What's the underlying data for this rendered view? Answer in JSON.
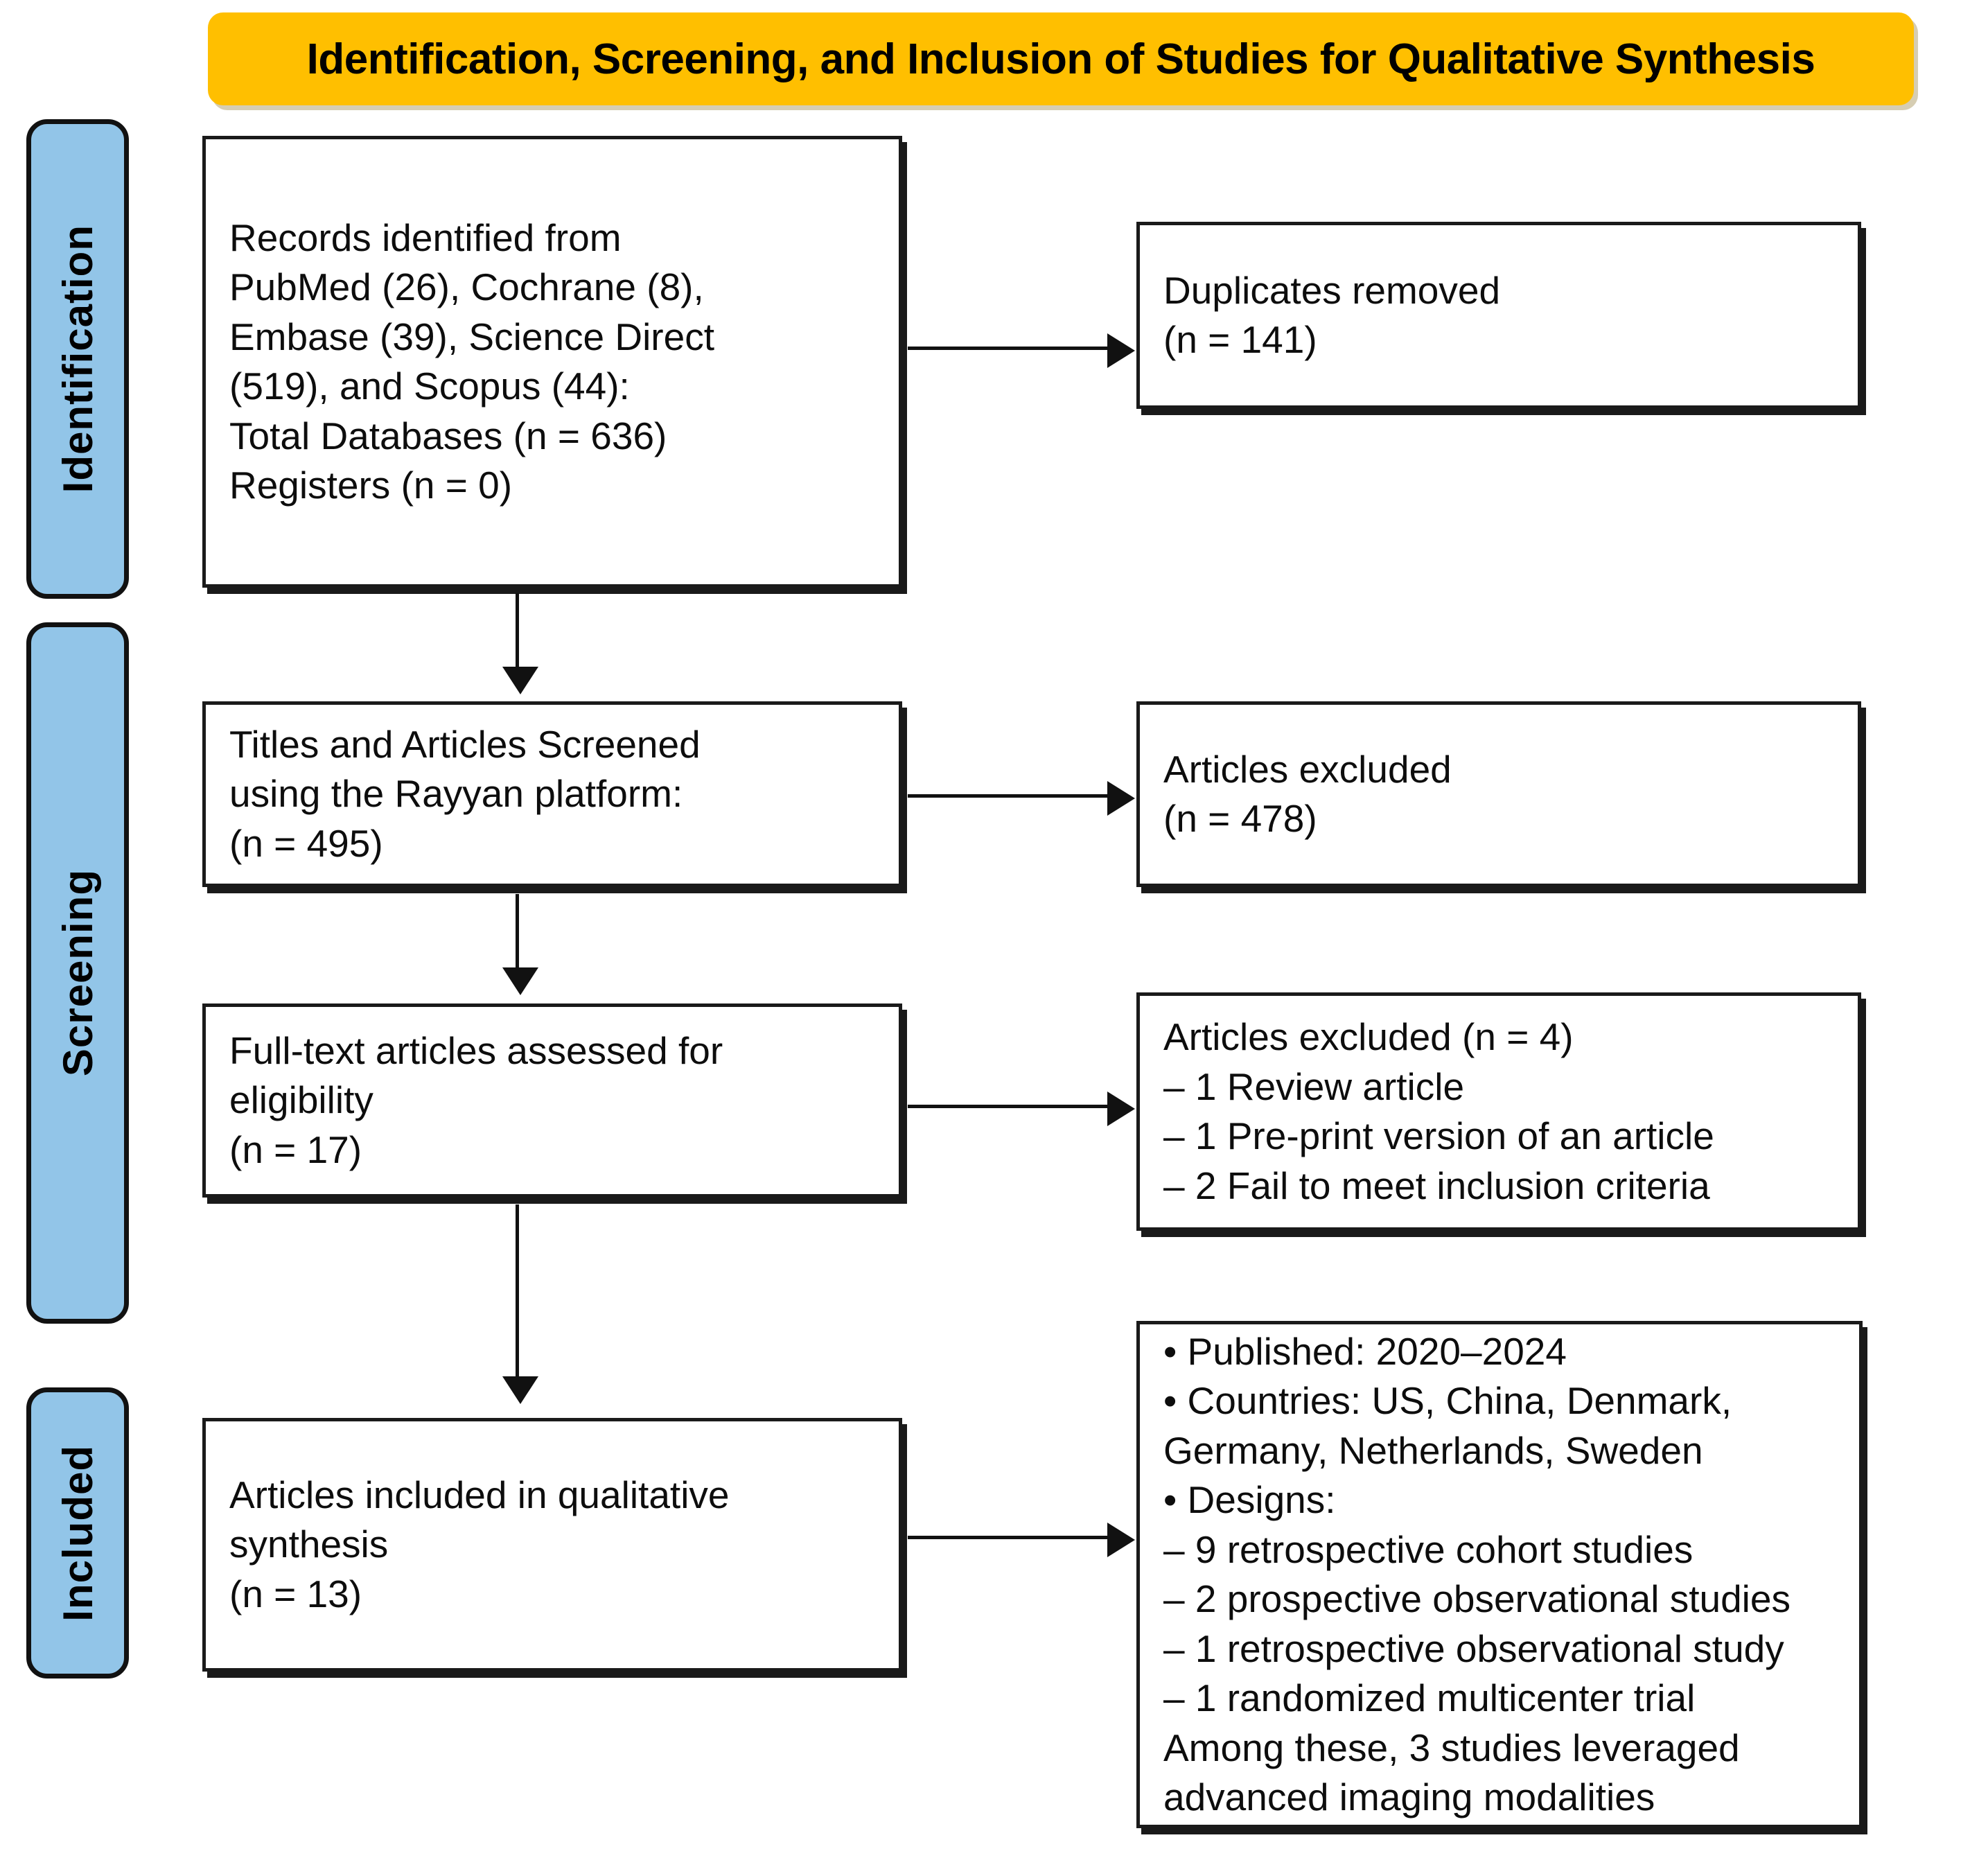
{
  "title": {
    "text": "Identification, Screening, and Inclusion of Studies for Qualitative Synthesis",
    "background_color": "#FFBF00"
  },
  "stages": {
    "identification": "Identification",
    "screening": "Screening",
    "included": "Included",
    "background_color": "#92C5E8"
  },
  "boxes": {
    "records_identified": "Records identified from\nPubMed (26), Cochrane (8),\nEmbase (39), Science Direct\n(519), and Scopus (44):\nTotal Databases (n = 636)\nRegisters (n = 0)",
    "duplicates_removed": "Duplicates removed\n(n = 141)",
    "titles_screened": "Titles and Articles Screened\nusing the Rayyan platform:\n(n = 495)",
    "articles_excluded_screening": "Articles excluded\n(n = 478)",
    "fulltext_assessed": "Full-text articles assessed for\neligibility\n(n = 17)",
    "articles_excluded_eligibility": "Articles excluded (n = 4)\n– 1 Review article\n– 1 Pre-print version of an article\n– 2 Fail to meet inclusion criteria",
    "articles_included": "Articles included in qualitative\nsynthesis\n(n = 13)",
    "included_details": "• Published: 2020–2024\n• Countries: US, China, Denmark,\nGermany, Netherlands, Sweden\n• Designs:\n– 9 retrospective cohort studies\n– 2 prospective observational studies\n– 1 retrospective observational study\n– 1 randomized multicenter trial\nAmong these, 3 studies leveraged\nadvanced imaging modalities"
  },
  "counts": {
    "pubmed": 26,
    "cochrane": 8,
    "embase": 39,
    "science_direct": 519,
    "scopus": 44,
    "total_databases": 636,
    "registers": 0,
    "duplicates_removed": 141,
    "screened": 495,
    "excluded_screening": 478,
    "fulltext_assessed": 17,
    "excluded_eligibility": 4,
    "included": 13
  }
}
